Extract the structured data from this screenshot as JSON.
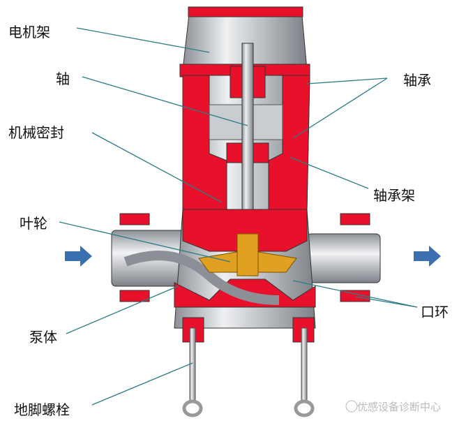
{
  "labels": {
    "motor_frame": "电机架",
    "shaft": "轴",
    "mechanical_seal": "机械密封",
    "impeller": "叶轮",
    "pump_body": "泵体",
    "anchor_bolt": "地脚螺栓",
    "bearing": "轴承",
    "bearing_frame": "轴承架",
    "wear_ring": "口环"
  },
  "watermark": "优感设备诊断中心",
  "colors": {
    "casing": "#e8102a",
    "metal": "#b8bcc2",
    "leader": "#2b7d86",
    "arrow": "#3a6fb0",
    "impeller": "#e0a020"
  }
}
